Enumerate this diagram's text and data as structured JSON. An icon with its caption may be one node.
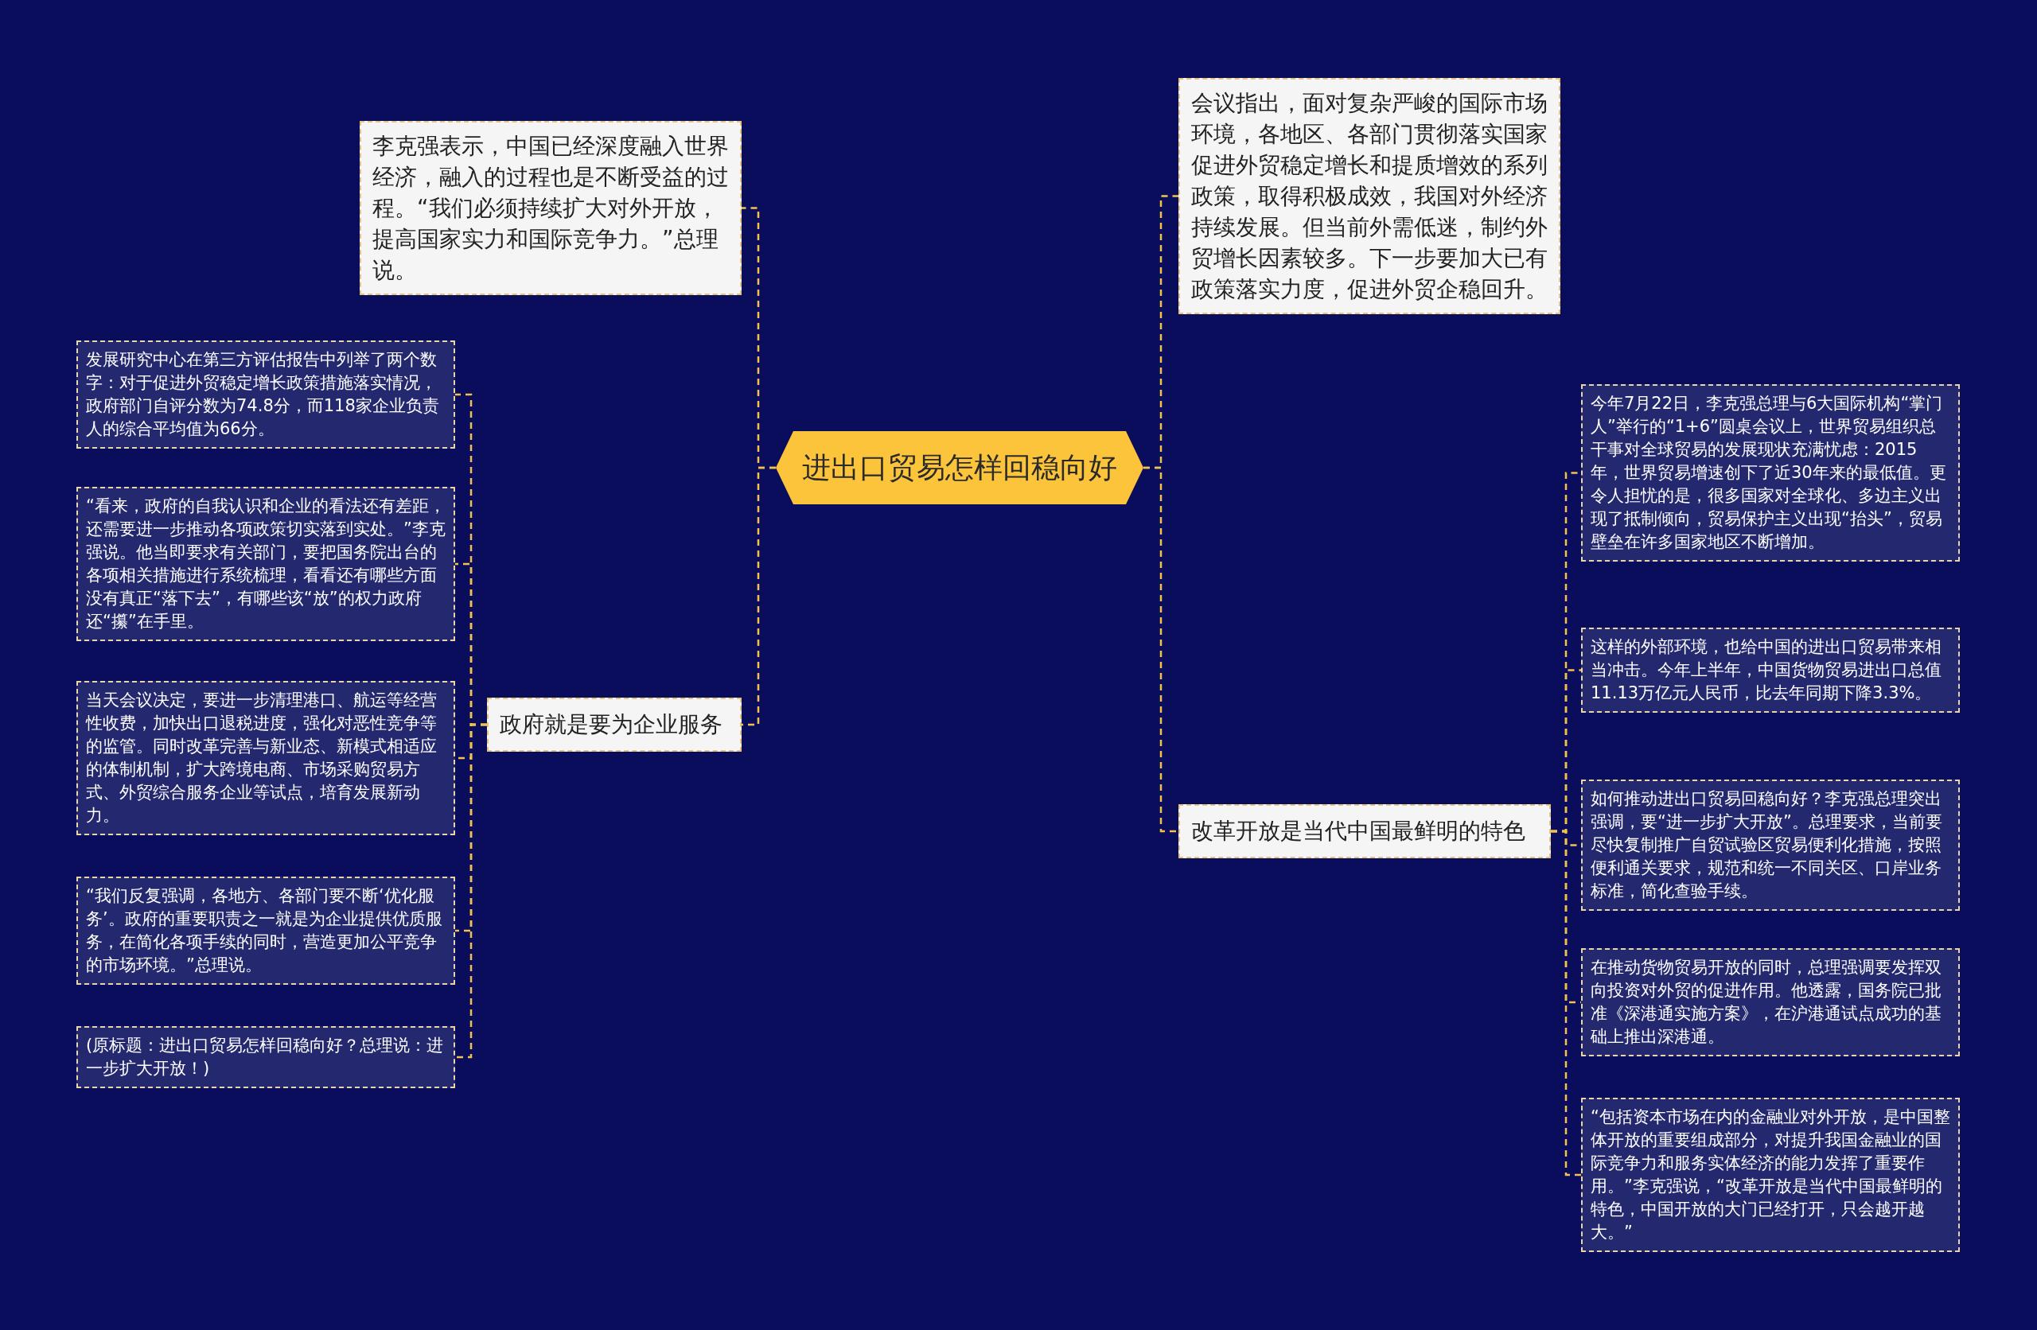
{
  "diagram": {
    "nodes": [
      {
        "text": [
          "进出口贸易怎样回稳向好"
        ]
      },
      {
        "text": [
          "李克强表示，中国已经深度融入世界经济，融入的过程也是不断受益的过程。“我们必须持续扩大对外开放，提高国家实力和国际竞争力。”总理说。"
        ]
      },
      {
        "text": [
          "政府就是要为企业服务"
        ]
      },
      {
        "text": [
          "发展研究中心在第三方评估报告中列举了两个数字：对于促进外贸稳定增长政策措施落实情况，政府部门自评分数为74.8分，而118家企业负责人的综合平均值为66分。"
        ]
      },
      {
        "text": [
          "“看来，政府的自我认识和企业的看法还有差距，还需要进一步推动各项政策切实落到实处。”李克强说。他当即要求有关部门，要把国务院出台的各项相关措施进行系统梳理，看看还有哪些方面没有真正“落下去”，有哪些该“放”的权力政府还“攥”在手里。"
        ]
      },
      {
        "text": [
          "当天会议决定，要进一步清理港口、航运等经营性收费，加快出口退税进度，强化对恶性竞争等的监管。同时改革完善与新业态、新模式相适应的体制机制，扩大跨境电商、市场采购贸易方式、外贸综合服务企业等试点，培育发展新动力。"
        ]
      },
      {
        "text": [
          "“我们反复强调，各地方、各部门要不断‘优化服务’。政府的重要职责之一就是为企业提供优质服务，在简化各项手续的同时，营造更加公平竞争的市场环境。”总理说。"
        ]
      },
      {
        "text": [
          "(原标题：进出口贸易怎样回稳向好？总理说：进一步扩大开放！)"
        ]
      },
      {
        "text": [
          "会议指出，面对复杂严峻的国际市场环境，各地区、各部门贯彻落实国家促进外贸稳定增长和提质增效的系列政策，取得积极成效，我国对外经济持续发展。但当前外需低迷，制约外贸增长因素较多。下一步要加大已有政策落实力度，促进外贸企稳回升。"
        ]
      },
      {
        "text": [
          "改革开放是当代中国最鲜明的特色"
        ]
      },
      {
        "text": [
          "今年7月22日，李克强总理与6大国际机构“掌门人”举行的“1+6”圆桌会议上，世界贸易组织总干事对全球贸易的发展现状充满忧虑：2015年，世界贸易增速创下了近30年来的最低值。更令人担忧的是，很多国家对全球化、多边主义出现了抵制倾向，贸易保护主义出现“抬头”，贸易壁垒在许多国家地区不断增加。"
        ]
      },
      {
        "text": [
          "这样的外部环境，也给中国的进出口贸易带来相当冲击。今年上半年，中国货物贸易进出口总值11.13万亿元人民币，比去年同期下降3.3%。"
        ]
      },
      {
        "text": [
          "如何推动进出口贸易回稳向好？李克强总理突出强调，要“进一步扩大开放”。总理要求，当前要尽快复制推广自贸试验区贸易便利化措施，按照便利通关要求，规范和统一不同关区、口岸业务标准，简化查验手续。"
        ]
      },
      {
        "text": [
          "在推动货物贸易开放的同时，总理强调要发挥双向投资对外贸的促进作用。他透露，国务院已批准《深港通实施方案》，在沪港通试点成功的基础上推出深港通。"
        ]
      },
      {
        "text": [
          "“包括资本市场在内的金融业对外开放，是中国整体开放的重要组成部分，对提升我国金融业的国际竞争力和服务实体经济的能力发挥了重要作用。”李克强说，“改革开放是当代中国最鲜明的特色，中国开放的大门已经打开，只会越开越大。”"
        ]
      }
    ],
    "edges": [
      {
        "from": 0,
        "to": 1,
        "arrow": "none",
        "style": "dashed"
      },
      {
        "from": 0,
        "to": 2,
        "arrow": "none",
        "style": "dashed"
      },
      {
        "from": 2,
        "to": 3,
        "arrow": "none",
        "style": "dashed"
      },
      {
        "from": 2,
        "to": 4,
        "arrow": "none",
        "style": "dashed"
      },
      {
        "from": 2,
        "to": 5,
        "arrow": "none",
        "style": "dashed"
      },
      {
        "from": 2,
        "to": 6,
        "arrow": "none",
        "style": "dashed"
      },
      {
        "from": 2,
        "to": 7,
        "arrow": "none",
        "style": "dashed"
      },
      {
        "from": 0,
        "to": 8,
        "arrow": "none",
        "style": "dashed"
      },
      {
        "from": 0,
        "to": 9,
        "arrow": "none",
        "style": "dashed"
      },
      {
        "from": 9,
        "to": 10,
        "arrow": "none",
        "style": "dashed"
      },
      {
        "from": 9,
        "to": 11,
        "arrow": "none",
        "style": "dashed"
      },
      {
        "from": 9,
        "to": 12,
        "arrow": "none",
        "style": "dashed"
      },
      {
        "from": 9,
        "to": 13,
        "arrow": "none",
        "style": "dashed"
      },
      {
        "from": 9,
        "to": 14,
        "arrow": "none",
        "style": "dashed"
      }
    ]
  }
}
